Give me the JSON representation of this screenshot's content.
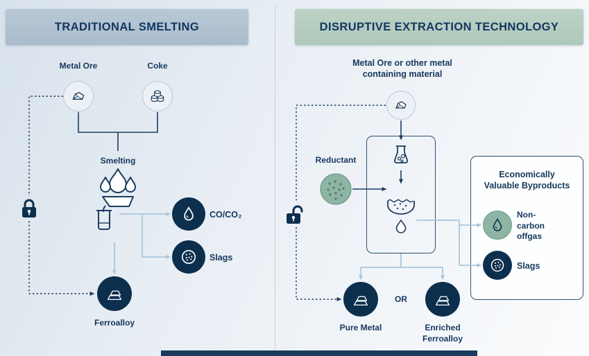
{
  "left_panel": {
    "title": "TRADITIONAL SMELTING",
    "inputs": {
      "ore": "Metal Ore",
      "coke": "Coke"
    },
    "process_label": "Smelting",
    "outputs": {
      "gas": "CO/CO₂",
      "slags": "Slags"
    },
    "product_label": "Ferroalloy"
  },
  "right_panel": {
    "title": "DISRUPTIVE EXTRACTION TECHNOLOGY",
    "input_label": "Metal Ore or other metal containing material",
    "reductant_label": "Reductant",
    "byproducts": {
      "title": "Economically Valuable Byproducts",
      "offgas": "Non-carbon offgas",
      "slags": "Slags"
    },
    "or_label": "OR",
    "products": {
      "pure": "Pure Metal",
      "enriched": "Enriched Ferroalloy"
    }
  },
  "icons": {
    "left": [
      "metal-ore-icon",
      "coke-icon",
      "furnace-icon",
      "locked-padlock-icon",
      "gas-drop-icon",
      "slags-icon",
      "ingot-icon"
    ],
    "right": [
      "metal-ore-icon",
      "beaker-icon",
      "reductant-icon",
      "vessel-flame-icon",
      "unlocked-padlock-icon",
      "gas-drop-icon",
      "slags-icon",
      "ingot-icon"
    ]
  },
  "colors": {
    "navy_text": "#14335b",
    "dark_circle": "#0d2f4e",
    "green_accent": "#8eb4a3",
    "header_left_bg": "#b3c3d1",
    "header_right_bg": "#b9cfc3",
    "connector_blue": "#a9c7dc",
    "background_top": "#d8e2eb"
  }
}
